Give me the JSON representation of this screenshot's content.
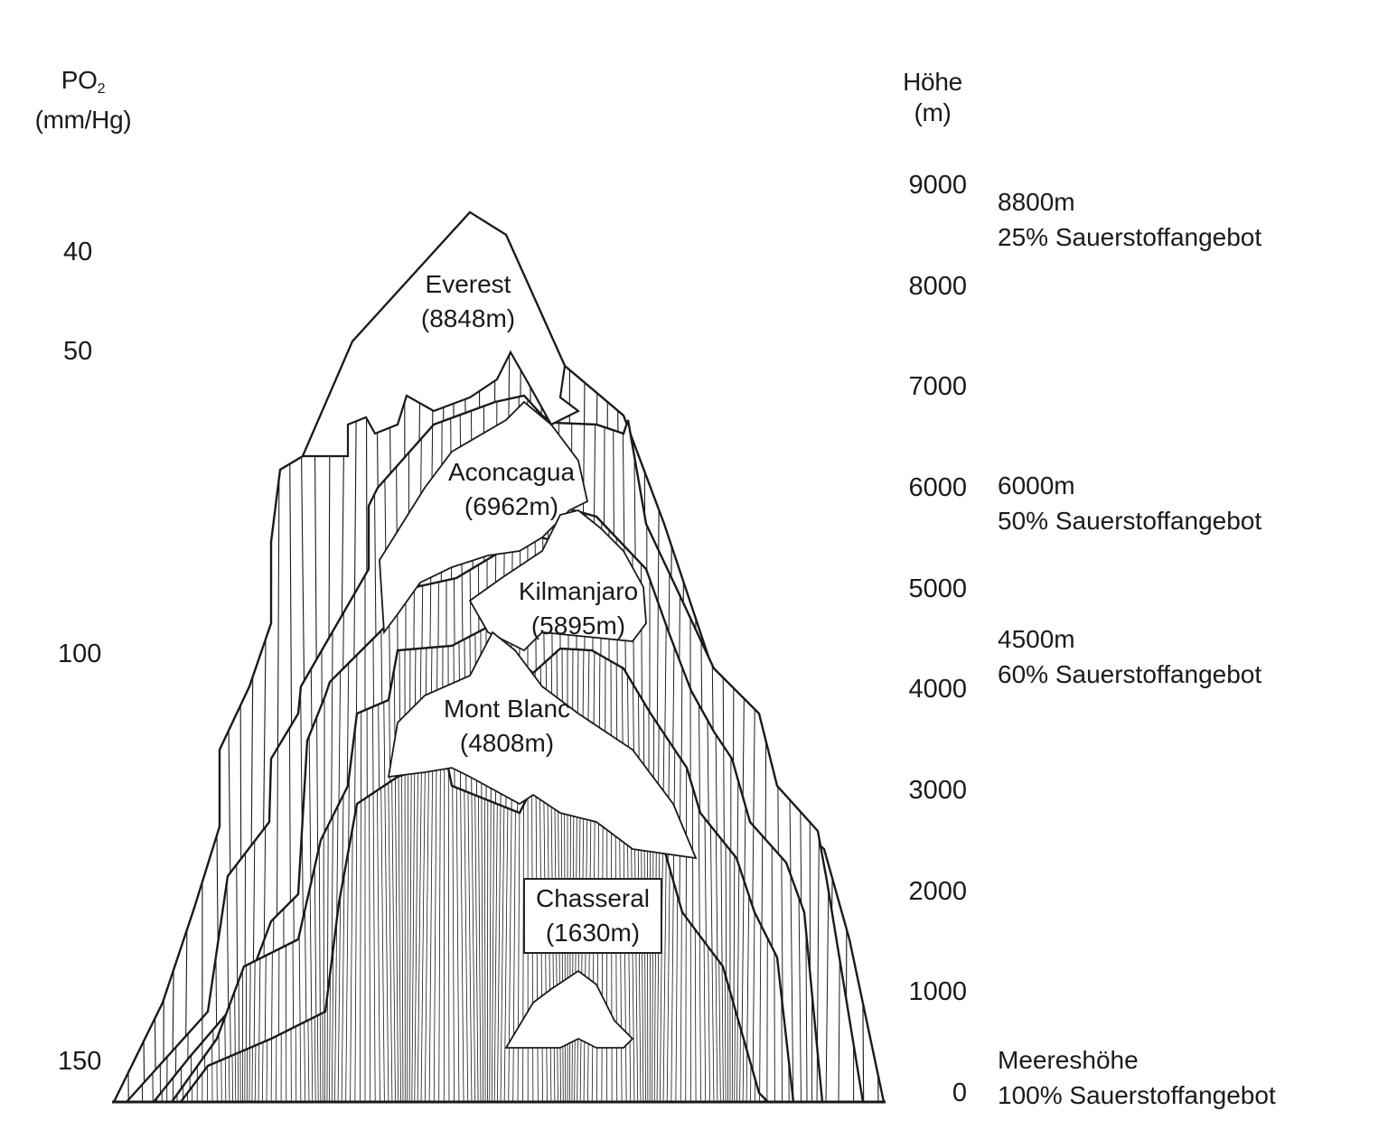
{
  "left_axis": {
    "title_line1": "PO",
    "title_sub": "2",
    "title_line2": "(mm/Hg)",
    "ticks": [
      {
        "label": "40",
        "altitude": 8400
      },
      {
        "label": "50",
        "altitude": 7400
      },
      {
        "label": "100",
        "altitude": 4400
      },
      {
        "label": "150",
        "altitude": 300
      }
    ]
  },
  "right_axis": {
    "title_line1": "Höhe",
    "title_line2": "(m)",
    "ticks": [
      "9000",
      "8000",
      "7000",
      "6000",
      "5000",
      "4000",
      "3000",
      "2000",
      "1000",
      "0"
    ]
  },
  "mountains": [
    {
      "name": "Everest",
      "height": "(8848m)",
      "elevation_m": 8848
    },
    {
      "name": "Aconcagua",
      "height": "(6962m)",
      "elevation_m": 6962
    },
    {
      "name": "Kilmanjaro",
      "height": "(5895m)",
      "elevation_m": 5895
    },
    {
      "name": "Mont Blanc",
      "height": "(4808m)",
      "elevation_m": 4808
    },
    {
      "name": "Chasseral",
      "height": "(1630m)",
      "elevation_m": 1630
    }
  ],
  "annotations": [
    {
      "altitude_label": "8800m",
      "oxygen": "25% Sauerstoffangebot"
    },
    {
      "altitude_label": "6000m",
      "oxygen": "50% Sauerstoffangebot"
    },
    {
      "altitude_label": "4500m",
      "oxygen": "60% Sauerstoffangebot"
    },
    {
      "altitude_label": "Meereshöhe",
      "oxygen": "100% Sauerstoffangebot"
    }
  ],
  "colors": {
    "ink": "#1a1a1a",
    "background": "#ffffff"
  }
}
